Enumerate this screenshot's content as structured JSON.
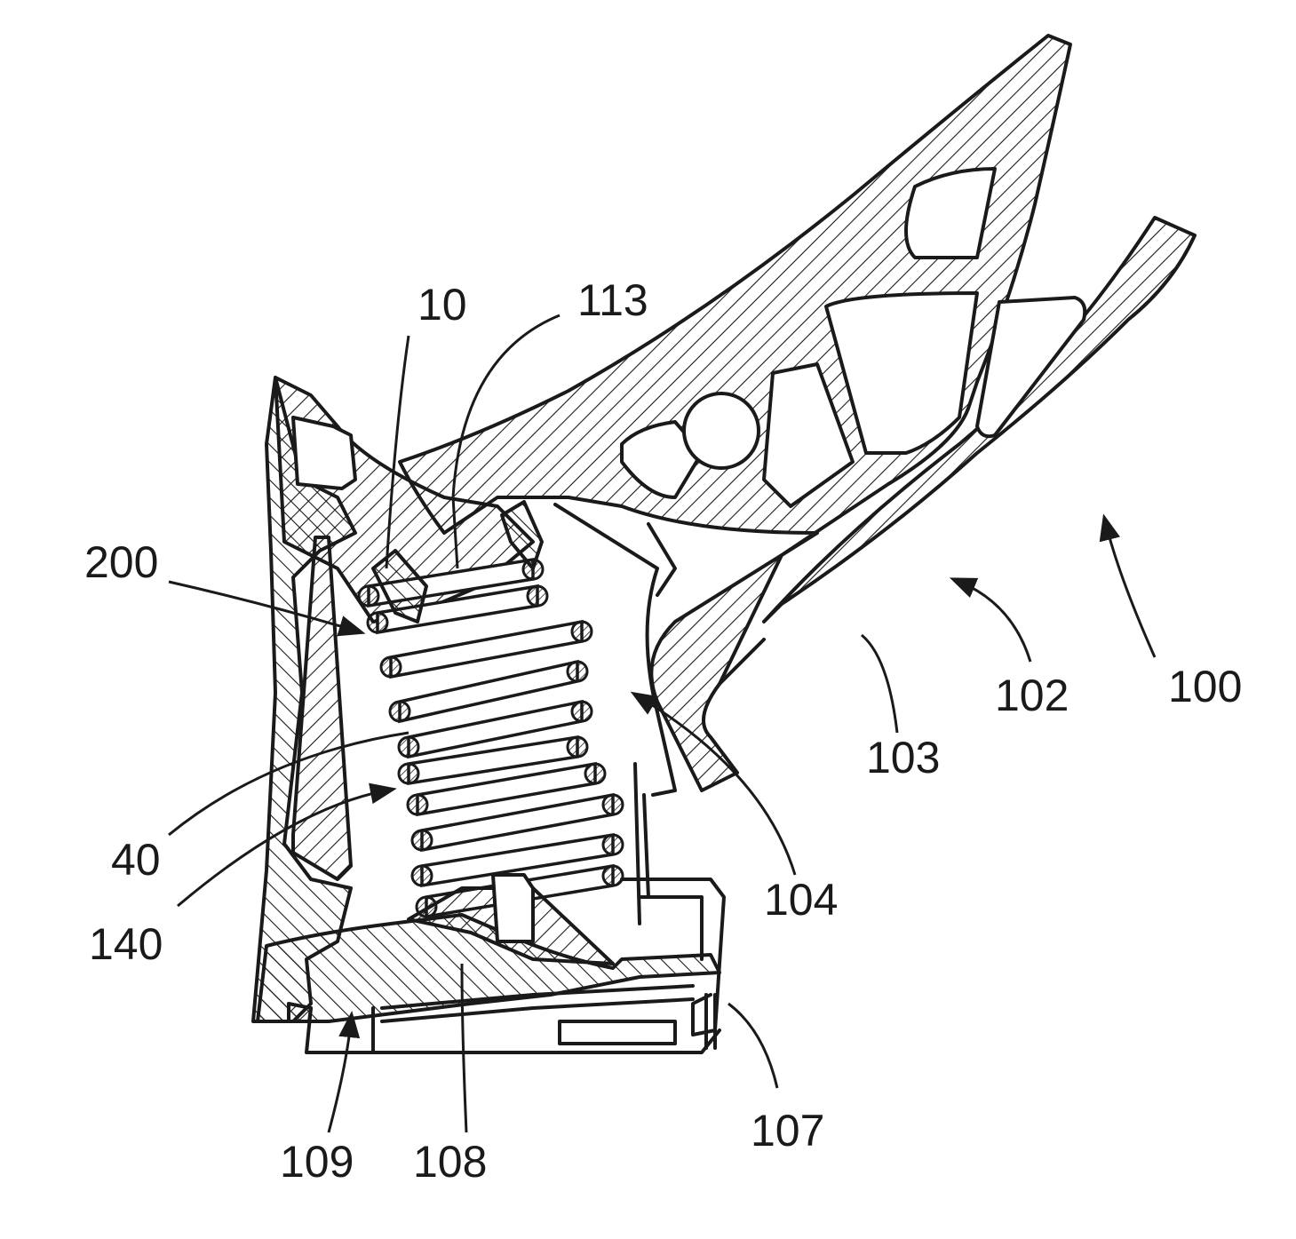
{
  "figure": {
    "labels": [
      {
        "id": "label-10",
        "text": "10"
      },
      {
        "id": "label-113",
        "text": "113"
      },
      {
        "id": "label-200",
        "text": "200"
      },
      {
        "id": "label-40",
        "text": "40"
      },
      {
        "id": "label-140",
        "text": "140"
      },
      {
        "id": "label-104",
        "text": "104"
      },
      {
        "id": "label-103",
        "text": "103"
      },
      {
        "id": "label-102",
        "text": "102"
      },
      {
        "id": "label-100",
        "text": "100"
      },
      {
        "id": "label-107",
        "text": "107"
      },
      {
        "id": "label-108",
        "text": "108"
      },
      {
        "id": "label-109",
        "text": "109"
      }
    ]
  }
}
